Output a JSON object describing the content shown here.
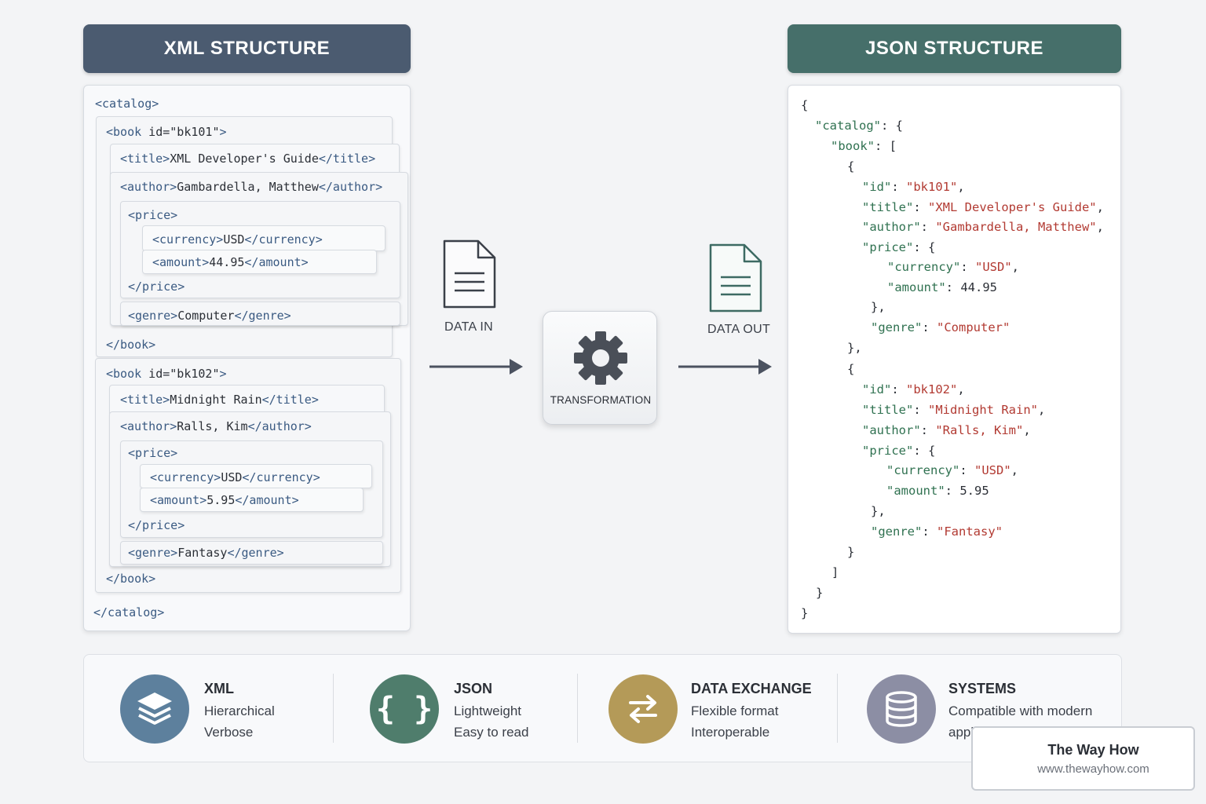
{
  "headers": {
    "xml": "XML STRUCTURE",
    "json": "JSON STRUCTURE"
  },
  "xml_lines": {
    "catalog_open_tag": "<catalog>",
    "book1_open_tag": "<book",
    "book1_attr": " id=\"bk101\"",
    "book1_close_bracket": ">",
    "title1_open": "<title>",
    "title1_text": "XML Developer's Guide",
    "title1_close": "</title>",
    "author1_open": "<author>",
    "author1_text": "Gambardella, Matthew",
    "author1_close": "</author>",
    "price1_open": "<price>",
    "currency1_open": "<currency>",
    "currency1_text": "USD",
    "currency1_close": "</currency>",
    "amount1_open": "<amount>",
    "amount1_text": "44.95",
    "amount1_close": "</amount>",
    "price1_close": "</price>",
    "genre1_open": "<genre>",
    "genre1_text": "Computer",
    "genre1_close": "</genre>",
    "book1_close": "</book>",
    "book2_open_tag": "<book",
    "book2_attr": " id=\"bk102\"",
    "book2_close_bracket": ">",
    "title2_open": "<title>",
    "title2_text": "Midnight Rain",
    "title2_close": "</title>",
    "author2_open": "<author>",
    "author2_text": "Ralls, Kim",
    "author2_close": "</author>",
    "price2_open": "<price>",
    "currency2_open": "<currency>",
    "currency2_text": "USD",
    "currency2_close": "</currency>",
    "amount2_open": "<amount>",
    "amount2_text": "5.95",
    "amount2_close": "</amount>",
    "price2_close": "</price>",
    "genre2_open": "<genre>",
    "genre2_text": "Fantasy",
    "genre2_close": "</genre>",
    "book2_close": "</book>",
    "catalog_close_tag": "</catalog>"
  },
  "json_lines": {
    "open_brace": "{",
    "catalog_key": "\"catalog\"",
    "catalog_sep": ": {",
    "book_key": "\"book\"",
    "book_sep": ": [",
    "obj1_open": "{",
    "id1_key": "\"id\"",
    "id1_val": "\"bk101\"",
    "title1_key": "\"title\"",
    "title1_val": "\"XML Developer's Guide\"",
    "author1_key": "\"author\"",
    "author1_val": "\"Gambardella, Matthew\"",
    "price1_key": "\"price\"",
    "price1_sep": ": {",
    "currency1_key": "\"currency\"",
    "currency1_val": "\"USD\"",
    "amount1_key": "\"amount\"",
    "amount1_val": "44.95",
    "price1_close": "},",
    "genre1_key": "\"genre\"",
    "genre1_val": "\"Computer\"",
    "obj1_close": "},",
    "obj2_open": "{",
    "id2_key": "\"id\"",
    "id2_val": "\"bk102\"",
    "title2_key": "\"title\"",
    "title2_val": "\"Midnight Rain\"",
    "author2_key": "\"author\"",
    "author2_val": "\"Ralls, Kim\"",
    "price2_key": "\"price\"",
    "price2_sep": ": {",
    "currency2_key": "\"currency\"",
    "currency2_val": "\"USD\"",
    "amount2_key": "\"amount\"",
    "amount2_val": "5.95",
    "price2_close": "},",
    "genre2_key": "\"genre\"",
    "genre2_val": "\"Fantasy\"",
    "obj2_close": "}",
    "array_close": "]",
    "catalog_close": "}",
    "close_brace": "}"
  },
  "flow": {
    "data_in": "DATA IN",
    "transformation": "TRANSFORMATION",
    "data_out": "DATA OUT"
  },
  "features": [
    {
      "title": "XML",
      "line1": "Hierarchical",
      "line2": "Verbose",
      "icon": "layers-icon",
      "color": "#5d809d"
    },
    {
      "title": "JSON",
      "line1": "Lightweight",
      "line2": "Easy to read",
      "icon": "braces-icon",
      "color": "#4f7d6c"
    },
    {
      "title": "DATA EXCHANGE",
      "line1": "Flexible format",
      "line2": "Interoperable",
      "icon": "swap-arrows-icon",
      "color": "#b49a58"
    },
    {
      "title": "SYSTEMS",
      "line1": "Compatible with modern",
      "line2": "appl",
      "icon": "database-icon",
      "color": "#8c8ea4"
    }
  ],
  "watermark": {
    "title": "The Way How",
    "url": "www.thewayhow.com"
  },
  "colors": {
    "xml_header": "#4b5b70",
    "json_header": "#466f6a",
    "json_key": "#2f7150",
    "json_string": "#b23a32",
    "xml_tag": "#3a5a82"
  }
}
